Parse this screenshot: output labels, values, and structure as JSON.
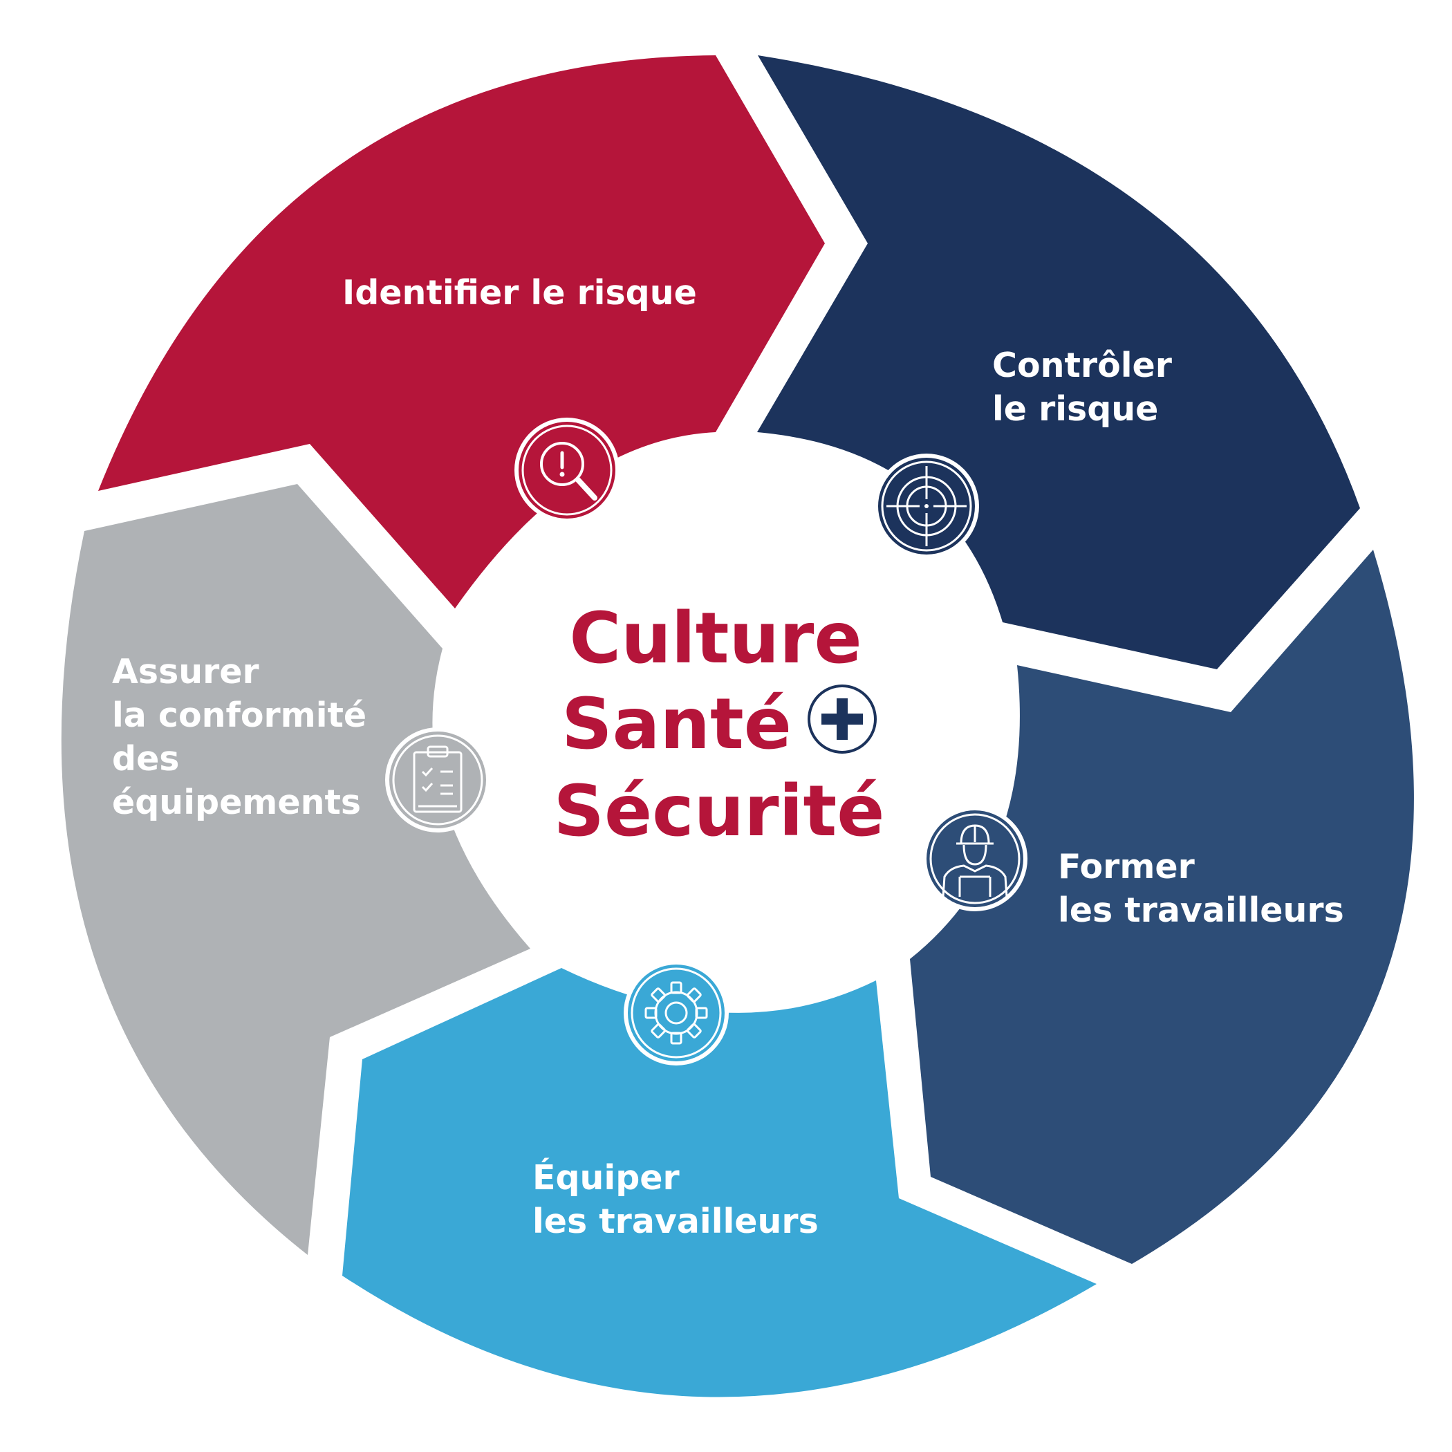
{
  "center": {
    "lines": [
      "Culture",
      "Santé",
      "Sécurité"
    ],
    "color": "#b5153a",
    "plus_color": "#1c335c"
  },
  "segments": [
    {
      "id": "identifier",
      "lines": [
        "Identifier le risque"
      ],
      "color": "#b5153a",
      "icon": "search-alert-icon"
    },
    {
      "id": "controler",
      "lines": [
        "Contrôler",
        "le risque"
      ],
      "color": "#1c335c",
      "icon": "target-icon"
    },
    {
      "id": "former",
      "lines": [
        "Former",
        "les travailleurs"
      ],
      "color": "#2d4d77",
      "icon": "worker-helmet-icon"
    },
    {
      "id": "equiper",
      "lines": [
        "Équiper",
        "les travailleurs"
      ],
      "color": "#3aa8d6",
      "icon": "gear-icon"
    },
    {
      "id": "assurer",
      "lines": [
        "Assurer",
        "la conformité",
        "des",
        "équipements"
      ],
      "color": "#afb2b5",
      "icon": "clipboard-checklist-icon"
    }
  ]
}
